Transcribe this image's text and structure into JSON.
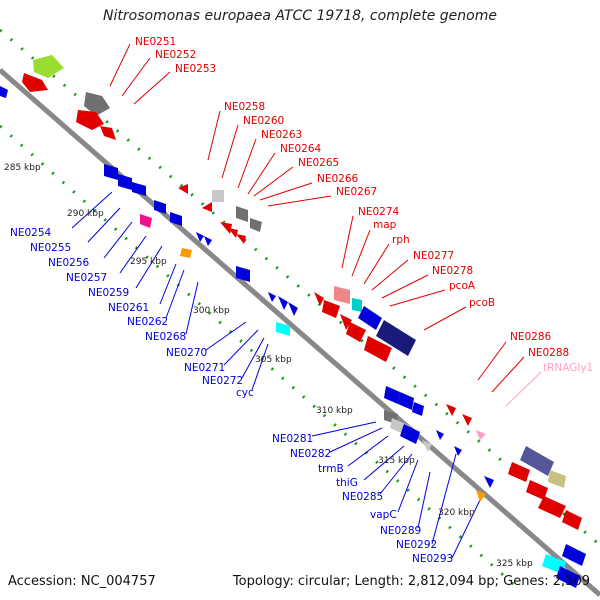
{
  "title": "Nitrosomonas europaea ATCC 19718, complete genome",
  "footer": {
    "accession": "Accession: NC_004757",
    "topology": "Topology: circular; Length: 2,812,094 bp; Genes: 2,509"
  },
  "colors": {
    "plus_strand_labels": "#e00000",
    "minus_strand_labels": "#0000dd",
    "trna_label": "#ff9ec8",
    "backbone": "#888888",
    "tick_dots": "#1a9a1a"
  },
  "plus_labels": [
    "NE0251",
    "NE0252",
    "NE0253",
    "NE0258",
    "NE0260",
    "NE0263",
    "NE0264",
    "NE0265",
    "NE0266",
    "NE0267",
    "NE0274",
    "map",
    "rph",
    "NE0277",
    "NE0278",
    "pcoA",
    "pcoB",
    "NE0286",
    "NE0288",
    "tRNAGly1"
  ],
  "minus_labels": [
    "NE0254",
    "NE0255",
    "NE0256",
    "NE0257",
    "NE0259",
    "NE0261",
    "NE0262",
    "NE0268",
    "NE0270",
    "NE0271",
    "NE0272",
    "cyc",
    "NE0281",
    "NE0282",
    "trmB",
    "thiG",
    "NE0285",
    "vapC",
    "NE0289",
    "NE0292",
    "NE0293"
  ],
  "scale_labels": [
    "285 kbp",
    "290 kbp",
    "295 kbp",
    "300 kbp",
    "305 kbp",
    "310 kbp",
    "315 kbp",
    "320 kbp",
    "325 kbp"
  ]
}
